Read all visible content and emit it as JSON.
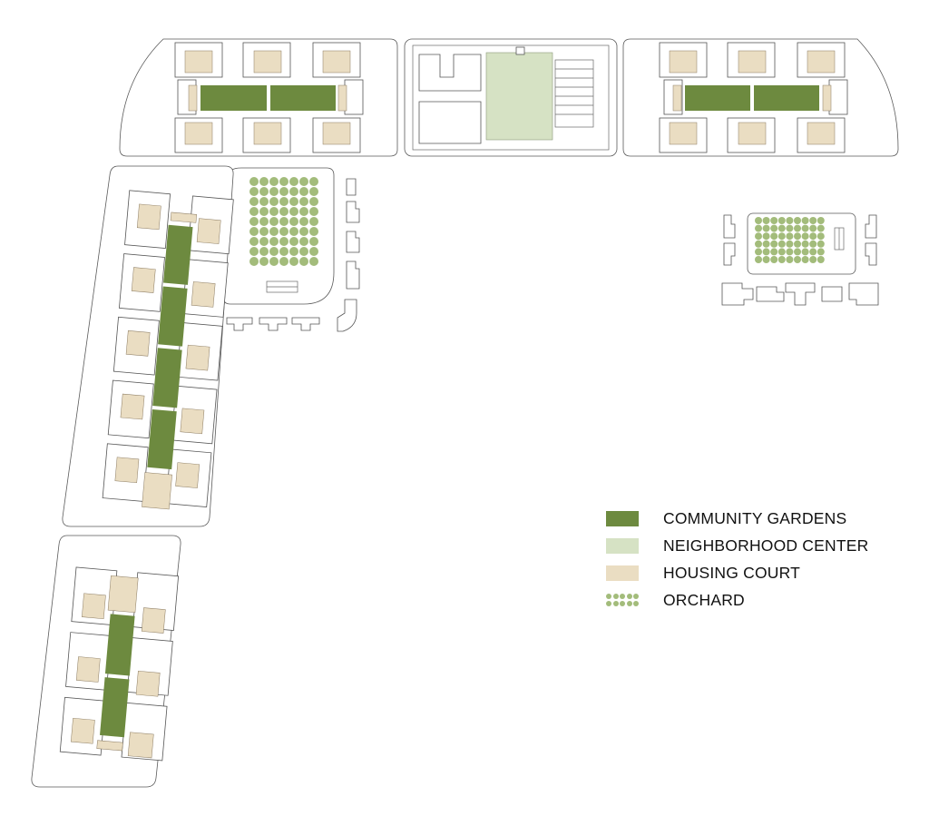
{
  "colors": {
    "community_gardens": "#6d8a3f",
    "neighborhood_center": "#d6e2c4",
    "housing_court": "#eaddc2",
    "orchard": "#a3bc7b",
    "outline": "#5a5a5a"
  },
  "legend": [
    {
      "key": "community_gardens",
      "label": "COMMUNITY GARDENS",
      "swatch": "solid",
      "color": "#6d8a3f"
    },
    {
      "key": "neighborhood_center",
      "label": "NEIGHBORHOOD CENTER",
      "swatch": "solid",
      "color": "#d6e2c4"
    },
    {
      "key": "housing_court",
      "label": "HOUSING COURT",
      "swatch": "solid",
      "color": "#eaddc2"
    },
    {
      "key": "orchard",
      "label": "ORCHARD",
      "swatch": "dots",
      "color": "#a3bc7b"
    }
  ]
}
